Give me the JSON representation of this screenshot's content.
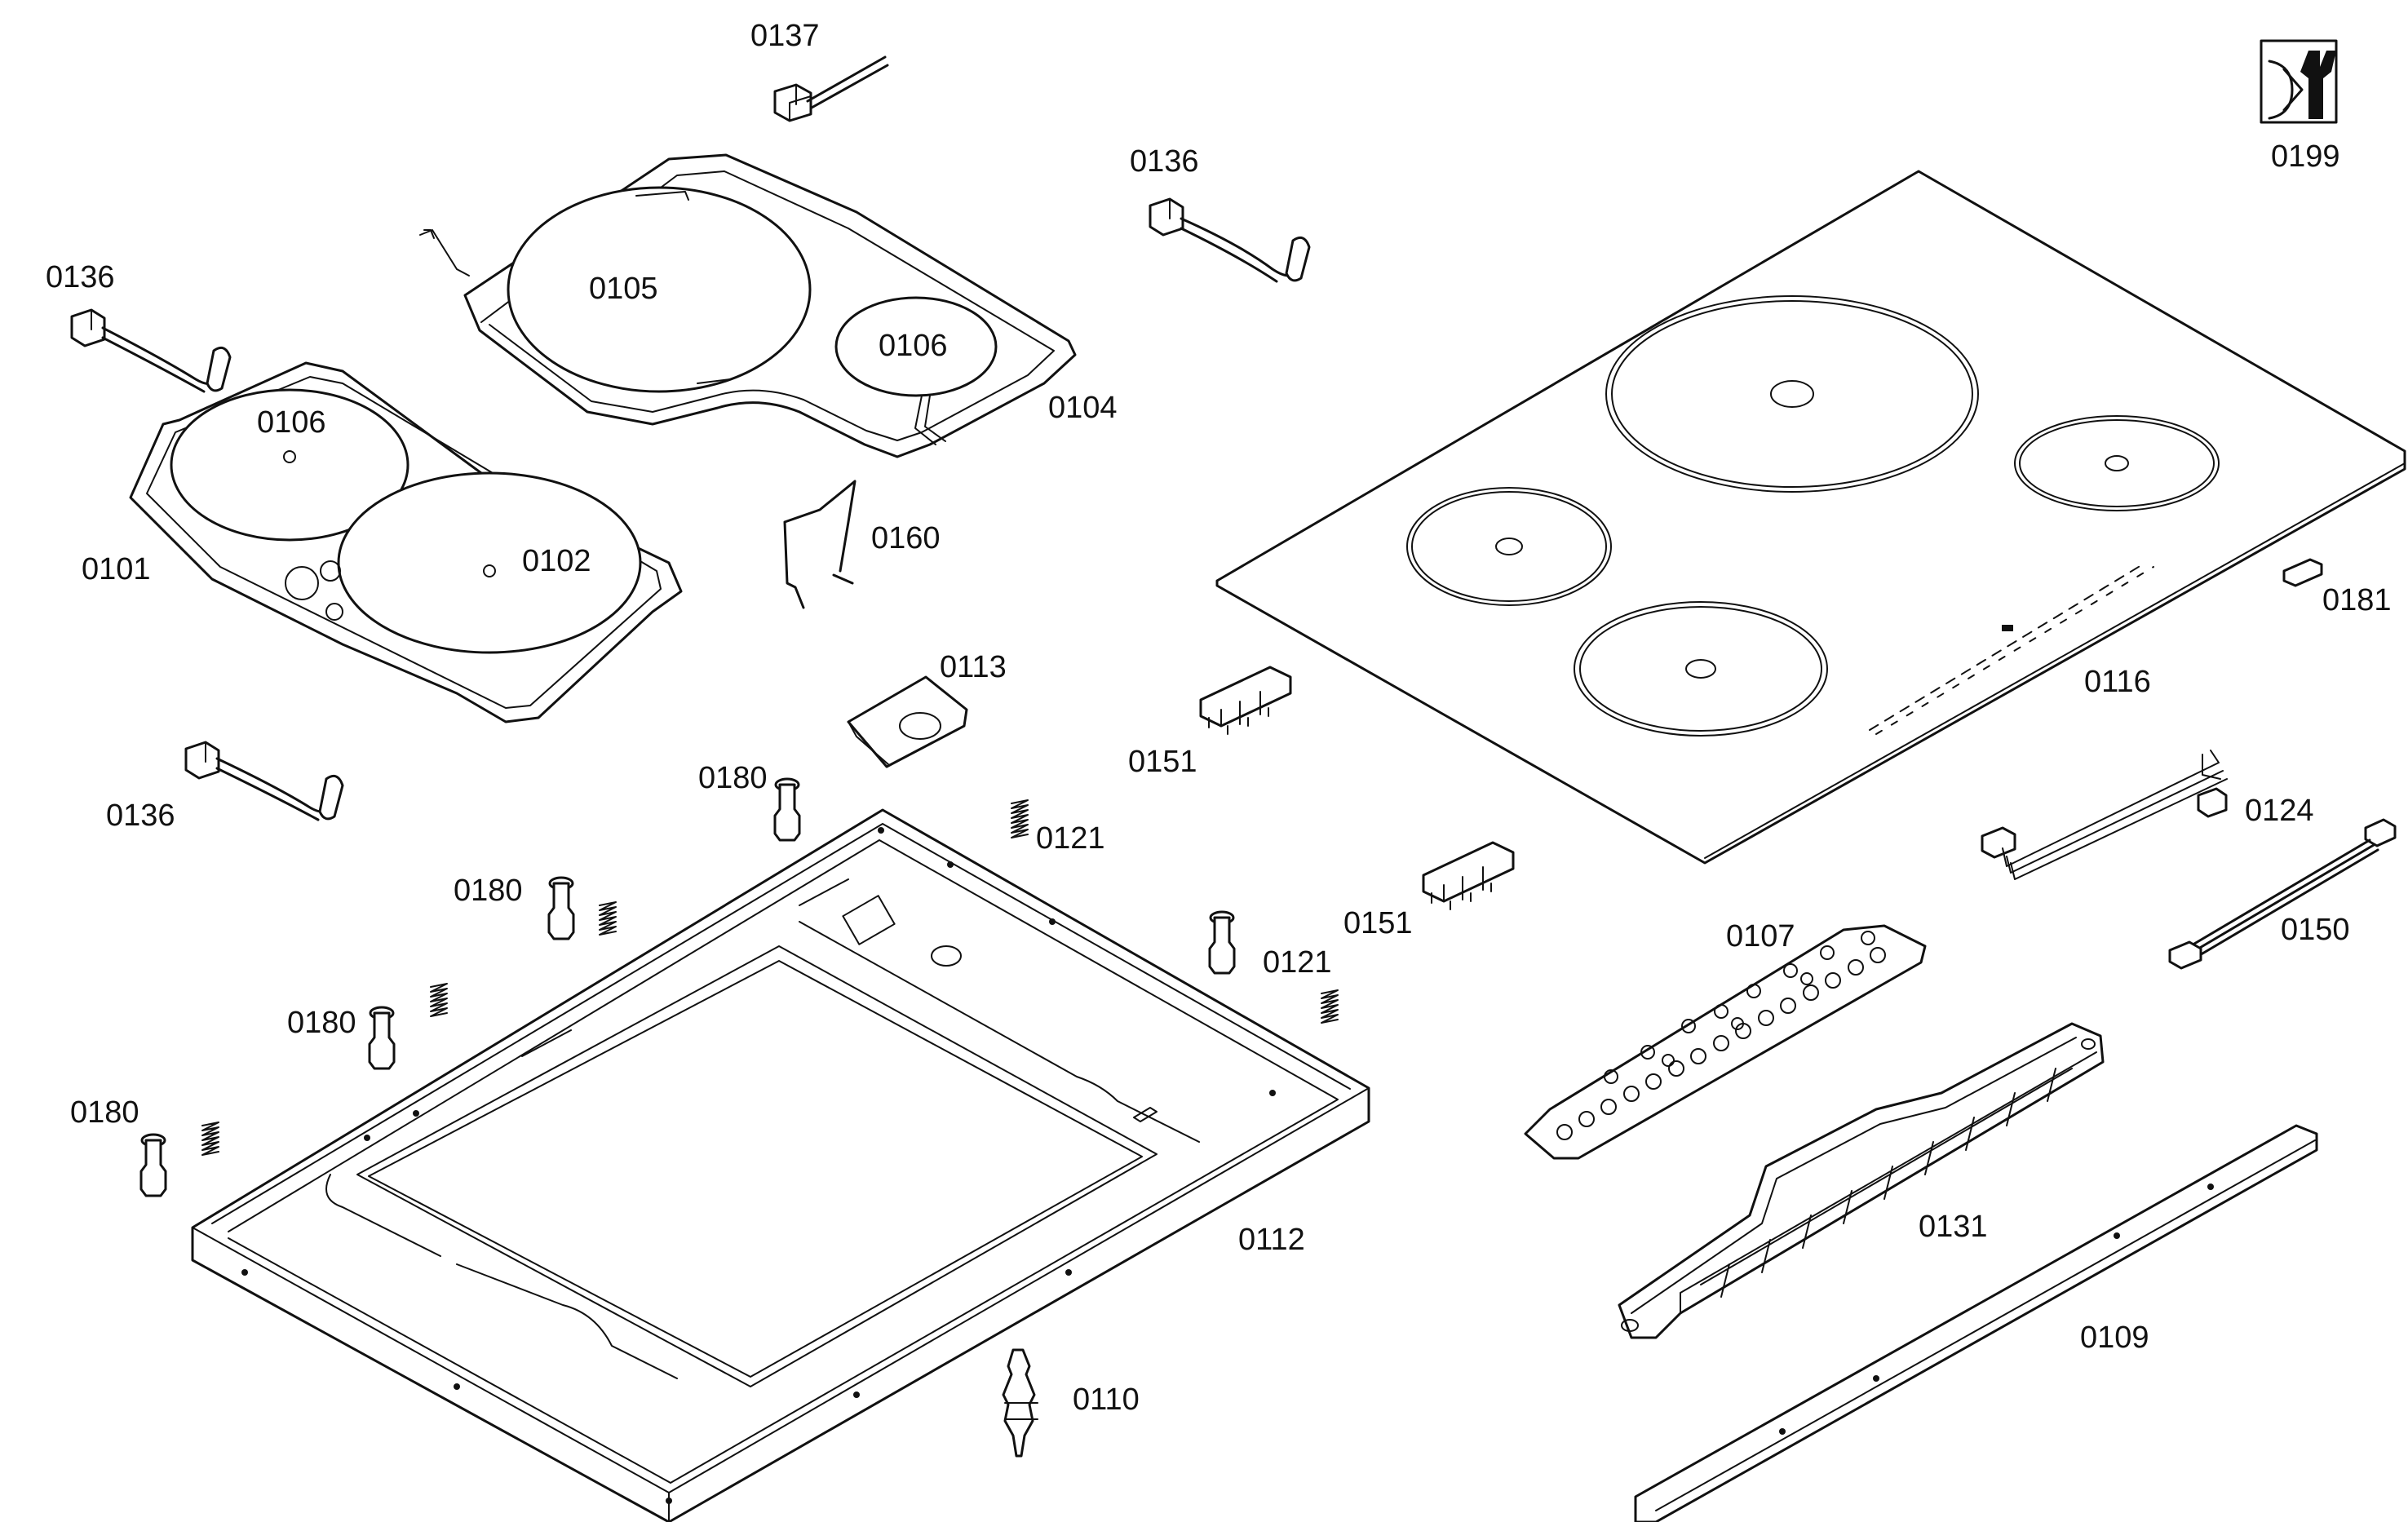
{
  "diagram": {
    "parts": [
      {
        "id": "p0137",
        "number": "0137"
      },
      {
        "id": "p0136a",
        "number": "0136"
      },
      {
        "id": "p0136b",
        "number": "0136"
      },
      {
        "id": "p0136c",
        "number": "0136"
      },
      {
        "id": "p0199",
        "number": "0199"
      },
      {
        "id": "p0105",
        "number": "0105"
      },
      {
        "id": "p0106a",
        "number": "0106"
      },
      {
        "id": "p0106b",
        "number": "0106"
      },
      {
        "id": "p0104",
        "number": "0104"
      },
      {
        "id": "p0101",
        "number": "0101"
      },
      {
        "id": "p0102",
        "number": "0102"
      },
      {
        "id": "p0160",
        "number": "0160"
      },
      {
        "id": "p0113",
        "number": "0113"
      },
      {
        "id": "p0151a",
        "number": "0151"
      },
      {
        "id": "p0151b",
        "number": "0151"
      },
      {
        "id": "p0116",
        "number": "0116"
      },
      {
        "id": "p0181",
        "number": "0181"
      },
      {
        "id": "p0124",
        "number": "0124"
      },
      {
        "id": "p0150",
        "number": "0150"
      },
      {
        "id": "p0180a",
        "number": "0180"
      },
      {
        "id": "p0180b",
        "number": "0180"
      },
      {
        "id": "p0180c",
        "number": "0180"
      },
      {
        "id": "p0180d",
        "number": "0180"
      },
      {
        "id": "p0121a",
        "number": "0121"
      },
      {
        "id": "p0121b",
        "number": "0121"
      },
      {
        "id": "p0107",
        "number": "0107"
      },
      {
        "id": "p0131",
        "number": "0131"
      },
      {
        "id": "p0112",
        "number": "0112"
      },
      {
        "id": "p0109",
        "number": "0109"
      },
      {
        "id": "p0110",
        "number": "0110"
      }
    ]
  }
}
